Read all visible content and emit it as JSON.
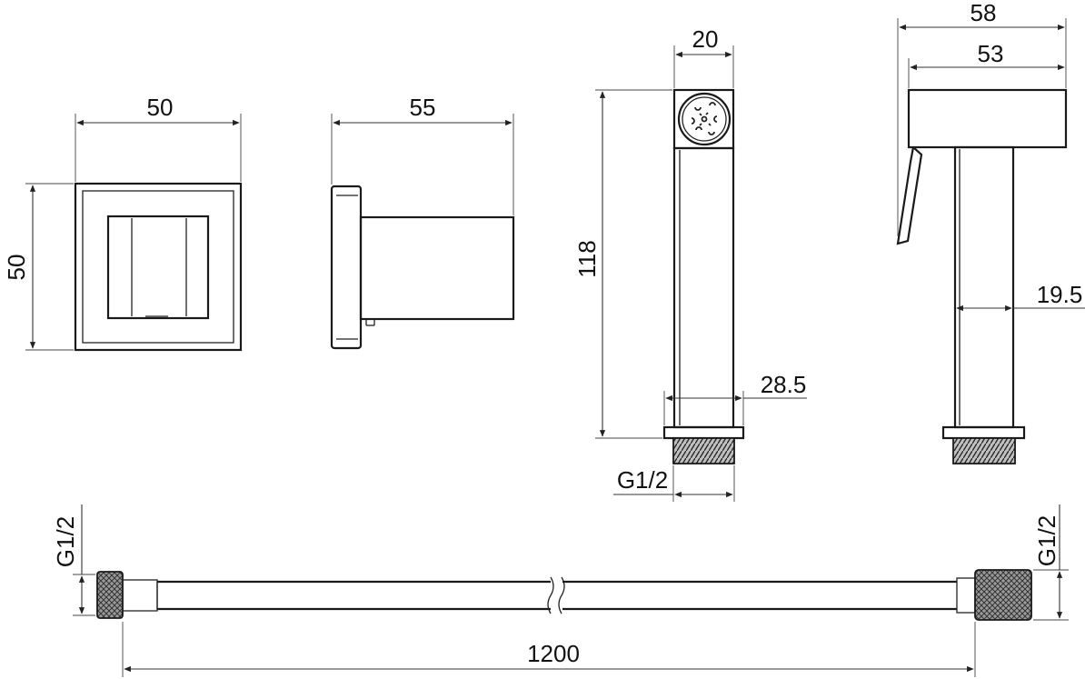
{
  "dimensions": {
    "wall_bracket_width": "50",
    "wall_bracket_height": "50",
    "bracket_depth": "55",
    "head_width": "20",
    "sprayer_length": "118",
    "flange_width": "28.5",
    "sprayer_thread": "G1/2",
    "overall_width": "58",
    "body_width": "53",
    "handle_diameter": "19.5",
    "hose_length": "1200",
    "hose_thread_left": "G1/2",
    "hose_thread_right": "G1/2"
  }
}
